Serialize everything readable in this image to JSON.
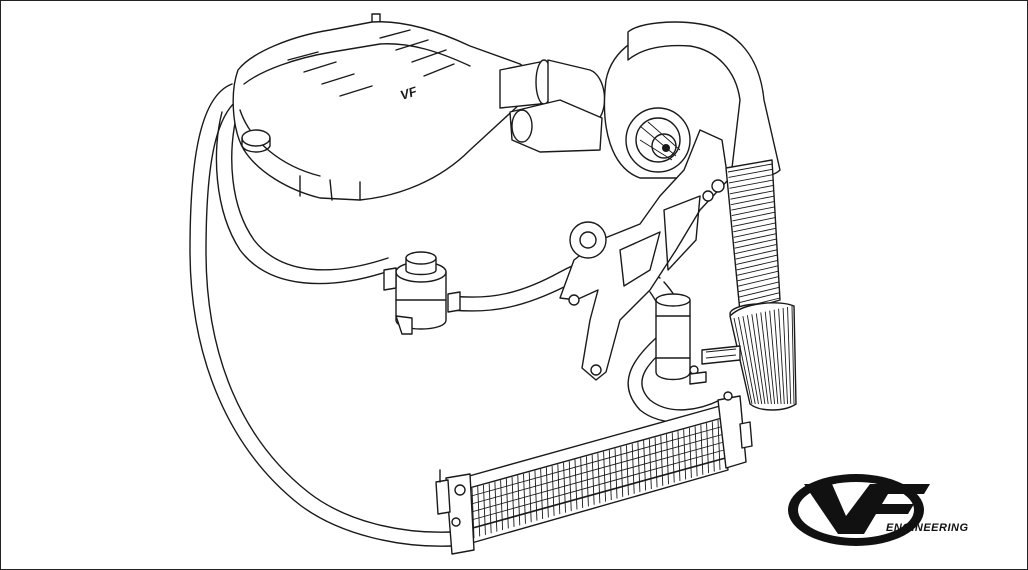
{
  "logo": {
    "monogram": "VF",
    "wordmark": "ENGINEERING",
    "color": "#111111"
  },
  "engine_cover_badge": "VF",
  "colors": {
    "line": "#1a1a1a",
    "background": "#ffffff",
    "frame": "#222222"
  }
}
